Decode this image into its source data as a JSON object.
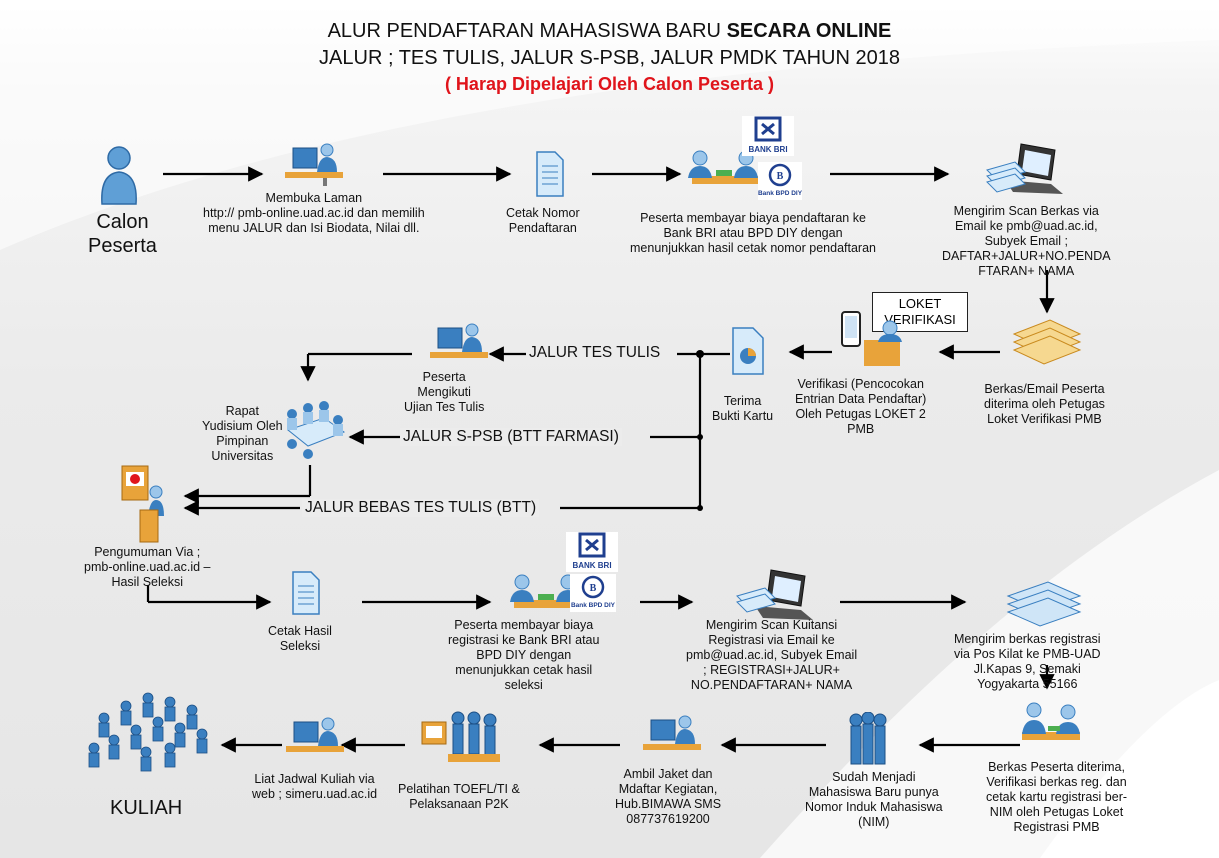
{
  "title": {
    "line1_prefix": "ALUR PENDAFTARAN MAHASISWA BARU ",
    "line1_bold": "SECARA ONLINE",
    "line2": "JALUR ; TES TULIS, JALUR S-PSB, JALUR PMDK TAHUN 2018",
    "line3": "( Harap Dipelajari Oleh Calon Peserta )"
  },
  "colors": {
    "title_note": "#e0141b",
    "figure_blue": "#3a7fc0",
    "figure_light": "#9cc6ea",
    "desk": "#e8a33a",
    "paper": "#d7ebfa",
    "bri_blue": "#1f3f8f"
  },
  "nodes": {
    "calon": "Calon\nPeserta",
    "membuka": "Membuka Laman\nhttp:// pmb-online.uad.ac.id dan memilih\nmenu JALUR dan Isi Biodata, Nilai dll.",
    "cetak_nomor": "Cetak Nomor\nPendaftaran",
    "bayar_daftar": "Peserta membayar biaya pendaftaran ke\nBank BRI atau BPD DIY dengan\nmenunjukkan hasil cetak nomor pendaftaran",
    "kirim_scan": "Mengirim Scan Berkas via\nEmail ke pmb@uad.ac.id,\nSubyek Email ;\nDAFTAR+JALUR+NO.PENDA\nFTARAN+ NAMA",
    "berkas_email": "Berkas/Email Peserta\nditerima oleh Petugas\nLoket Verifikasi PMB",
    "loket": "LOKET\nVERIFIKASI",
    "verifikasi": "Verifikasi (Pencocokan\nEntrian Data Pendaftar)\nOleh Petugas LOKET 2\nPMB",
    "terima_kartu": "Terima\nBukti Kartu",
    "ujian": "Peserta\nMengikuti\nUjian Tes Tulis",
    "rapat": "Rapat\nYudisium Oleh\nPimpinan\nUniversitas",
    "pengumuman": "Pengumuman Via ;\npmb-online.uad.ac.id –\nHasil Seleksi",
    "cetak_hasil": "Cetak Hasil\nSeleksi",
    "bayar_registrasi": "Peserta membayar biaya\nregistrasi ke Bank BRI atau\nBPD DIY dengan\nmenunjukkan cetak hasil\nseleksi",
    "kirim_kuitansi": "Mengirim Scan Kuitansi\nRegistrasi via Email ke\npmb@uad.ac.id, Subyek Email\n; REGISTRASI+JALUR+\nNO.PENDAFTARAN+ NAMA",
    "kirim_berkas_pos": "Mengirim berkas registrasi\nvia Pos Kilat ke PMB-UAD\nJl.Kapas 9, Semaki\nYogyakarta 55166",
    "berkas_diterima": "Berkas Peserta diterima,\nVerifikasi berkas reg. dan\ncetak kartu registrasi ber-\nNIM  oleh Petugas Loket\nRegistrasi PMB",
    "nim": "Sudah Menjadi\nMahasiswa Baru punya\nNomor Induk Mahasiswa\n(NIM)",
    "jaket": "Ambil Jaket dan\nMdaftar Kegiatan,\nHub.BIMAWA SMS\n087737619200",
    "pelatihan": "Pelatihan TOEFL/TI &\nPelaksanaan P2K",
    "jadwal": "Liat Jadwal Kuliah via\nweb ; simeru.uad.ac.id",
    "kuliah": "KULIAH"
  },
  "paths": {
    "tes_tulis": "JALUR TES TULIS",
    "spsb": "JALUR S-PSB (BTT FARMASI)",
    "btt": "JALUR BEBAS TES TULIS (BTT)"
  },
  "banks": {
    "bri": "BANK BRI",
    "bpd": "Bank BPD DIY"
  }
}
